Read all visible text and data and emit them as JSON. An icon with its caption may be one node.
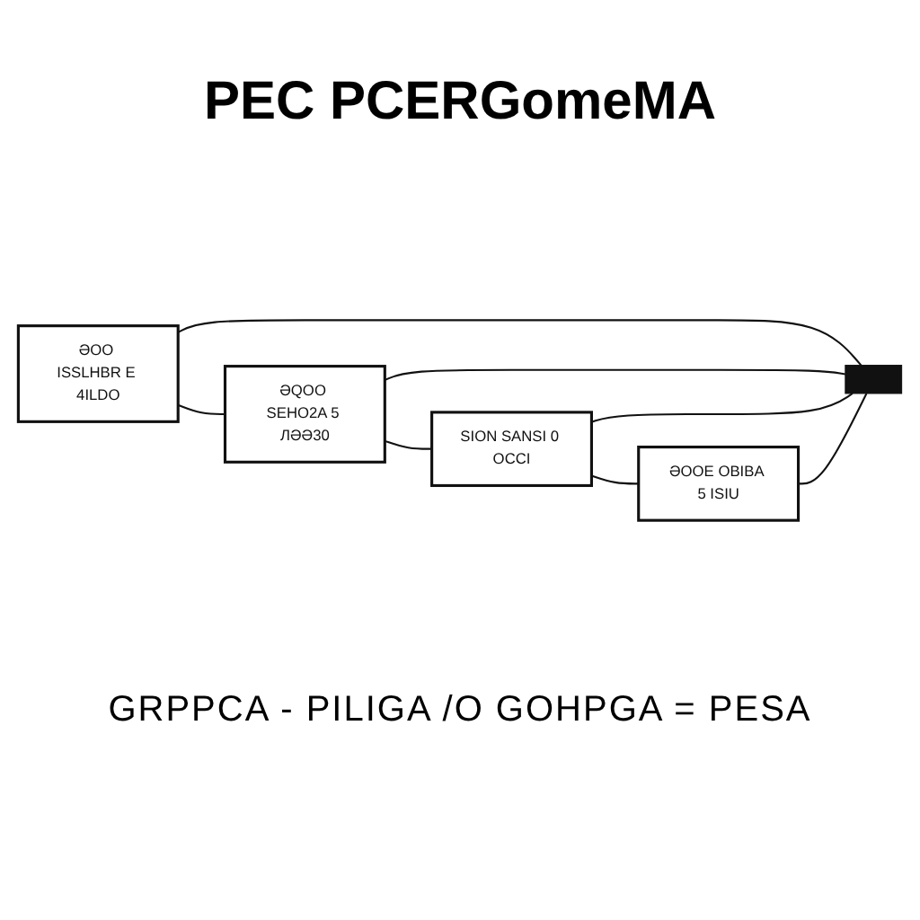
{
  "diagram": {
    "title": "PEC PCERGomeMA",
    "nodes": [
      {
        "text": [
          "ƏOO ISSLHBR E 4ILDO"
        ]
      },
      {
        "text": [
          "ƏQOO SEHO2A 5 ЛƏƏ30"
        ]
      },
      {
        "text": [
          "SION SANSI 0 OCCI"
        ]
      },
      {
        "text": [
          "ƏOOE OBIBA 5 ISIU"
        ]
      },
      {
        "text": [],
        "shape": "bar"
      }
    ],
    "edges": [
      {
        "from": 0,
        "to": 1,
        "arrow": "none"
      },
      {
        "from": 1,
        "to": 2,
        "arrow": "none"
      },
      {
        "from": 2,
        "to": 3,
        "arrow": "none"
      },
      {
        "from": 0,
        "to": 4,
        "arrow": "none"
      },
      {
        "from": 1,
        "to": 4,
        "arrow": "none"
      },
      {
        "from": 2,
        "to": 4,
        "arrow": "none"
      },
      {
        "from": 3,
        "to": 4,
        "arrow": "none"
      }
    ],
    "labels": [
      "GRPPCA - PILIGA /O GOHPGA = PESA"
    ]
  }
}
